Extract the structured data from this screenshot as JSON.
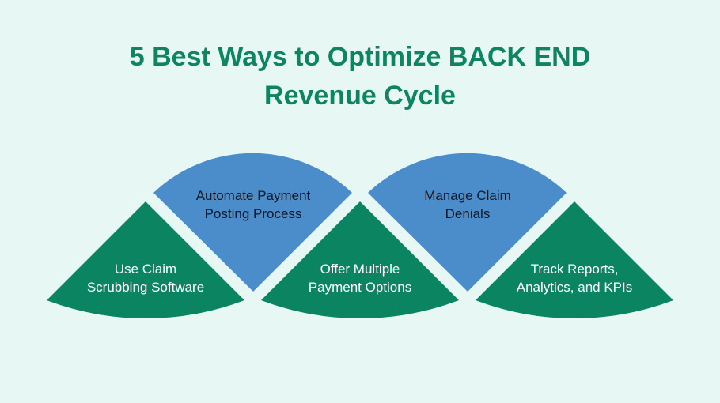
{
  "title": {
    "line1": "5 Best Ways to Optimize BACK END",
    "line2": "Revenue Cycle"
  },
  "colors": {
    "background": "#e7f8f4",
    "green": "#0b8462",
    "blue": "#4a8dca",
    "title": "#0e8560"
  },
  "steps": [
    {
      "line1": "Use Claim",
      "line2": "Scrubbing Software"
    },
    {
      "line1": "Automate Payment",
      "line2": "Posting Process"
    },
    {
      "line1": "Offer Multiple",
      "line2": "Payment Options"
    },
    {
      "line1": "Manage Claim",
      "line2": "Denials"
    },
    {
      "line1": "Track Reports,",
      "line2": "Analytics, and KPIs"
    }
  ]
}
